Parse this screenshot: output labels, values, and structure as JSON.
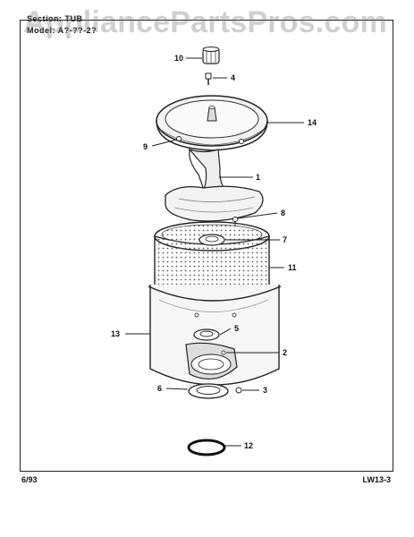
{
  "header": {
    "section_line": "Section: TUB",
    "model_line": "Model: A?-??-2?"
  },
  "watermark": "AppliancePartsPros.com",
  "footer": {
    "date": "6/93",
    "code": "LW13-3"
  },
  "callouts": [
    "10",
    "4",
    "14",
    "9",
    "1",
    "8",
    "7",
    "11",
    "13",
    "5",
    "2",
    "6",
    "3",
    "12"
  ]
}
